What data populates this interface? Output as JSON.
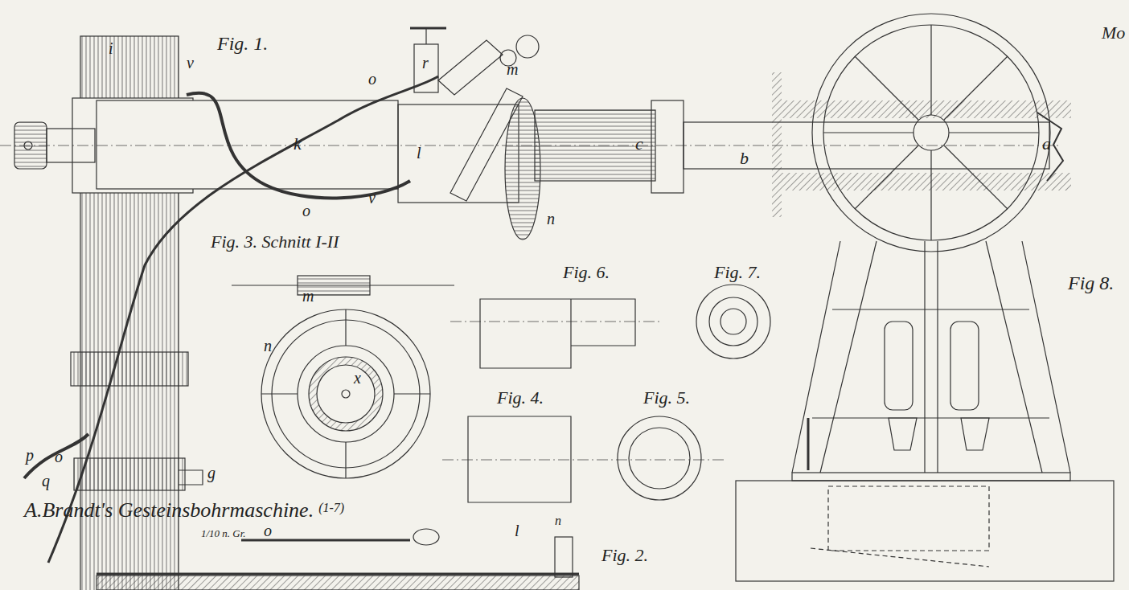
{
  "diagram": {
    "title": "A.Brandt's Gesteinsbohrmaschine.",
    "labels": [
      "Fig. 1.",
      "i",
      "v",
      "o",
      "r",
      "m",
      "k",
      "l",
      "c",
      "b",
      "a",
      "v",
      "n",
      "o",
      "Fig. 3. Schnitt I-II",
      "Fig. 6.",
      "Fig. 7.",
      "Fig 8.",
      "m",
      "n",
      "x",
      "Fig. 4.",
      "Fig. 5.",
      "p",
      "o",
      "q",
      "g",
      "(1-7)",
      "1/10 n. Gr.",
      "o",
      "l",
      "n",
      "Fig. 2.",
      "Mo"
    ]
  }
}
